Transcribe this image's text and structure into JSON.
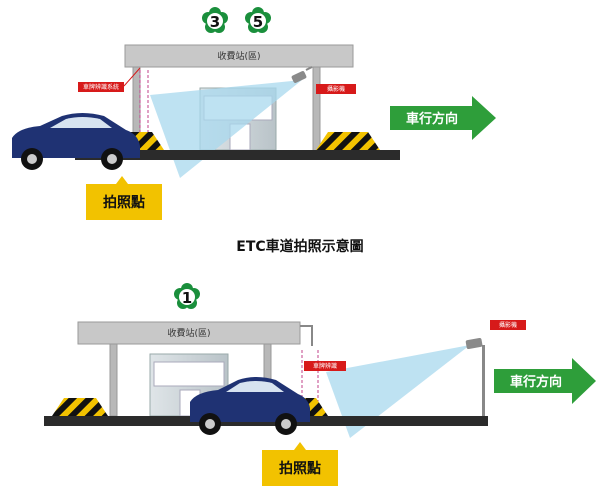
{
  "diagram_title": "ETC車道拍照示意圖",
  "top": {
    "lane_numbers": [
      "3",
      "5"
    ],
    "booth_sign": "收費站(區)",
    "red_labels": [
      "車牌辨識系統",
      "攝影機"
    ],
    "photo_point": "拍照點",
    "direction": "車行方向"
  },
  "bottom": {
    "lane_numbers": [
      "1"
    ],
    "booth_sign": "收費站(區)",
    "red_labels": [
      "車牌辨識",
      "攝影機"
    ],
    "photo_point": "拍照點",
    "direction": "車行方向"
  },
  "colors": {
    "flower_green": "#1a8f3c",
    "arrow_green": "#2e9e3a",
    "sign_yellow": "#f2c200",
    "canopy_gray": "#c8c8c8",
    "camera_beam": "#a8d8ee",
    "car_blue": "#1f3273",
    "red_label": "#d71a1a"
  }
}
